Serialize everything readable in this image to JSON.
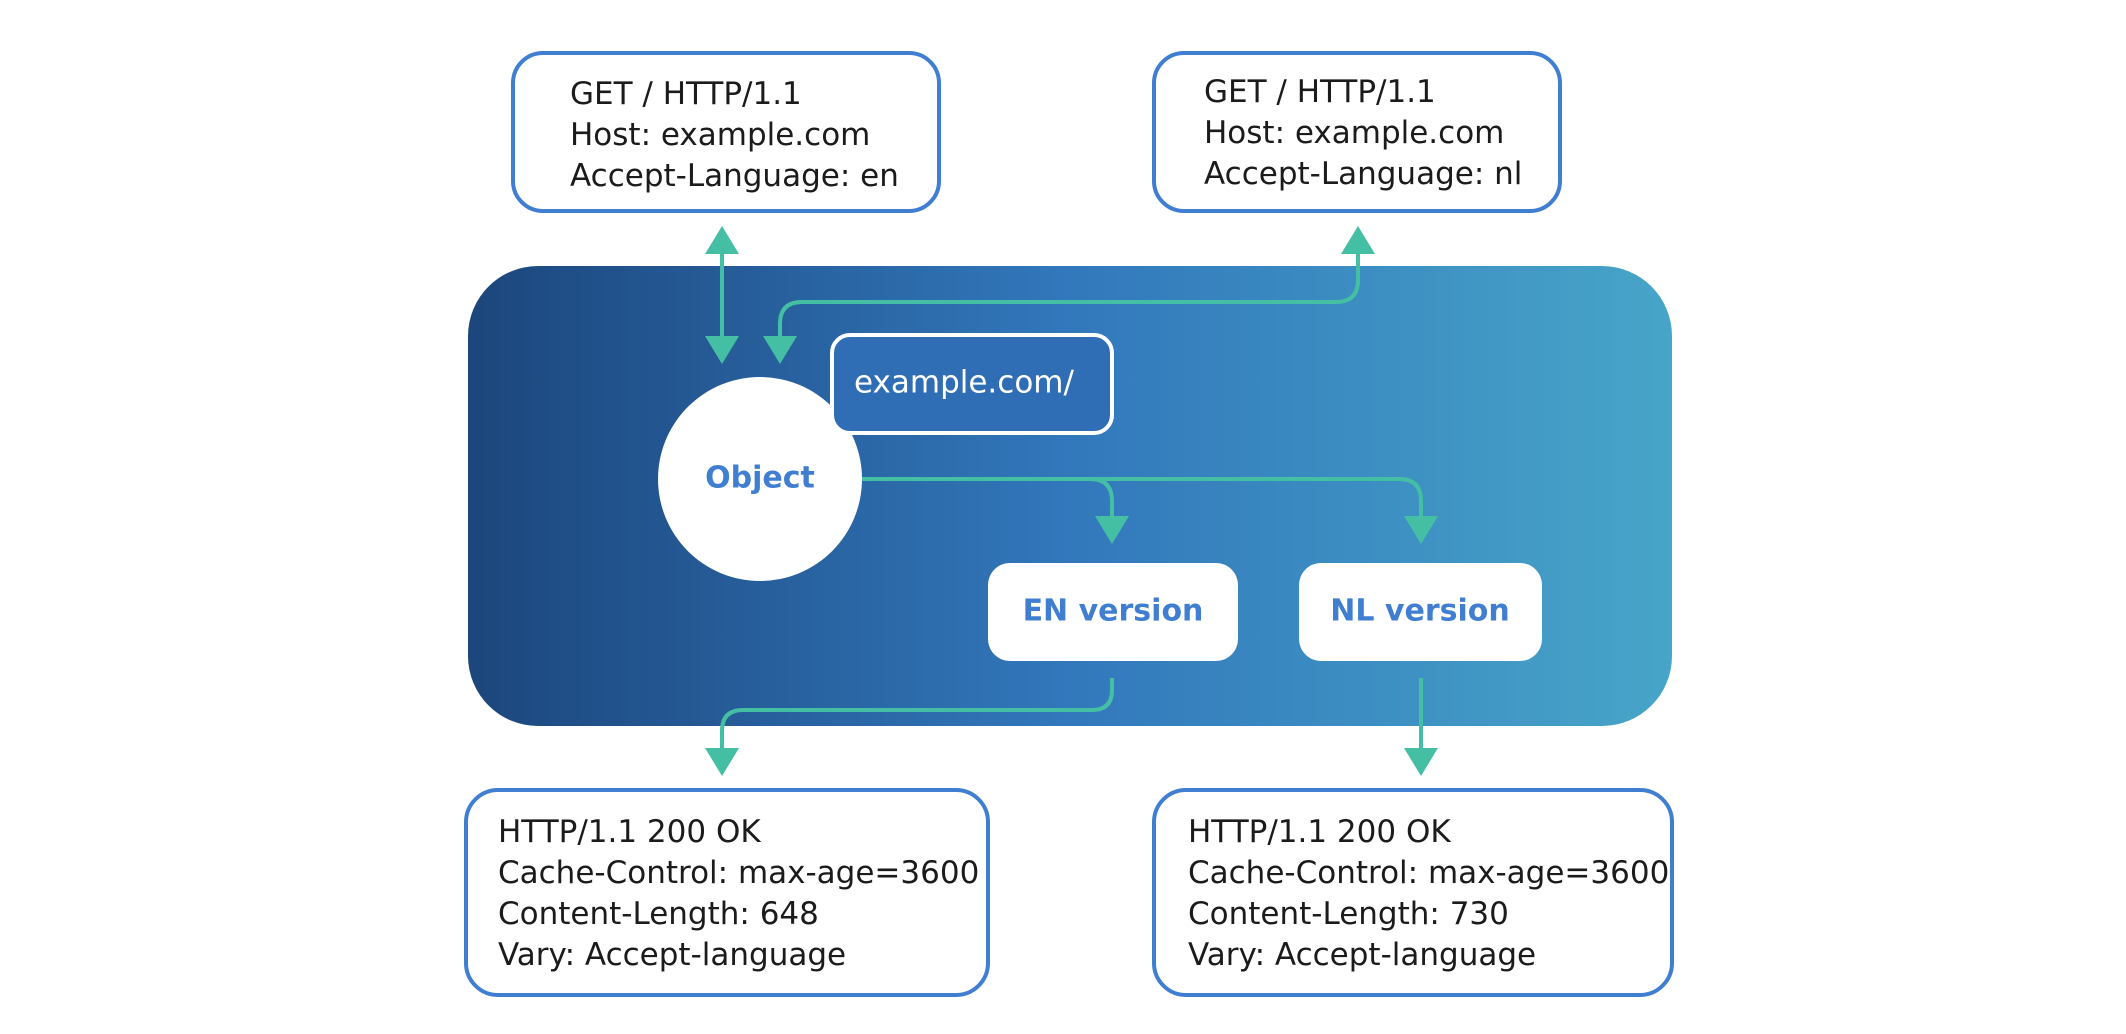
{
  "colors": {
    "box_border": "#3f7ed0",
    "arrow": "#45bfa3",
    "cache_gradient_start": "#1c467c",
    "cache_gradient_mid": "#3278bc",
    "cache_gradient_end": "#47a5c8",
    "key_tag_fill": "#2f6eb5",
    "label_blue": "#3f7ed0"
  },
  "request_en": {
    "lines": [
      "GET / HTTP/1.1",
      "Host: example.com",
      "Accept-Language: en"
    ]
  },
  "request_nl": {
    "lines": [
      "GET / HTTP/1.1",
      "Host: example.com",
      "Accept-Language: nl"
    ]
  },
  "cache": {
    "object_label": "Object",
    "key_label": "example.com/",
    "variant_en_label": "EN version",
    "variant_nl_label": "NL version"
  },
  "response_en": {
    "lines": [
      "HTTP/1.1 200 OK",
      "Cache-Control: max-age=3600",
      "Content-Length: 648",
      "Vary: Accept-language"
    ]
  },
  "response_nl": {
    "lines": [
      "HTTP/1.1 200 OK",
      "Cache-Control: max-age=3600",
      "Content-Length: 730",
      "Vary: Accept-language"
    ]
  }
}
